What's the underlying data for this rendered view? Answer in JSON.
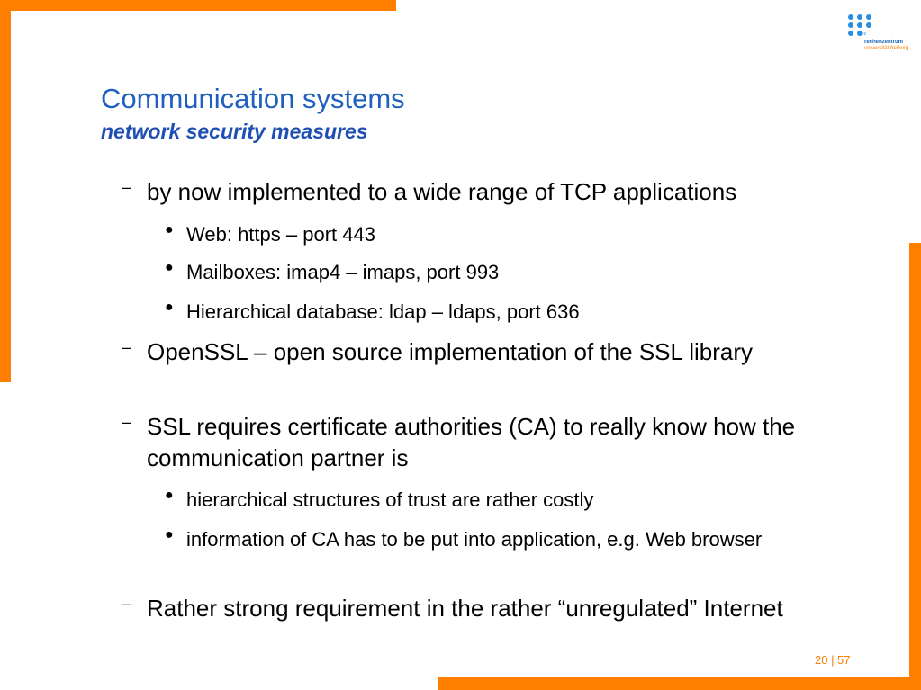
{
  "logo": {
    "rz": "rz",
    "line1": "rechenzentrum",
    "line2": "universität freiburg"
  },
  "slide": {
    "title": "Communication systems",
    "subtitle": "network security measures",
    "bullets": [
      {
        "level": 1,
        "marker": "–",
        "text": "by now implemented to a wide range of TCP applications"
      },
      {
        "level": 2,
        "marker": "●",
        "text": "Web: https – port 443"
      },
      {
        "level": 2,
        "marker": "●",
        "text": "Mailboxes: imap4 – imaps, port 993"
      },
      {
        "level": 2,
        "marker": "●",
        "text": "Hierarchical database: ldap – ldaps, port 636"
      },
      {
        "level": 1,
        "marker": "–",
        "text": "OpenSSL – open source implementation of the SSL library"
      },
      {
        "level": 1,
        "marker": "–",
        "text": "SSL requires certificate authorities (CA) to really know how the communication partner is"
      },
      {
        "level": 2,
        "marker": "●",
        "text": "hierarchical structures of trust are rather costly"
      },
      {
        "level": 2,
        "marker": "●",
        "text": "information of CA has to be put into application, e.g. Web browser"
      },
      {
        "level": 1,
        "marker": "–",
        "text": "Rather strong requirement in the rather “unregulated” Internet"
      }
    ],
    "page_number": "20 | 57"
  },
  "colors": {
    "accent": "#ff7f00",
    "title": "#1f5fbf"
  }
}
